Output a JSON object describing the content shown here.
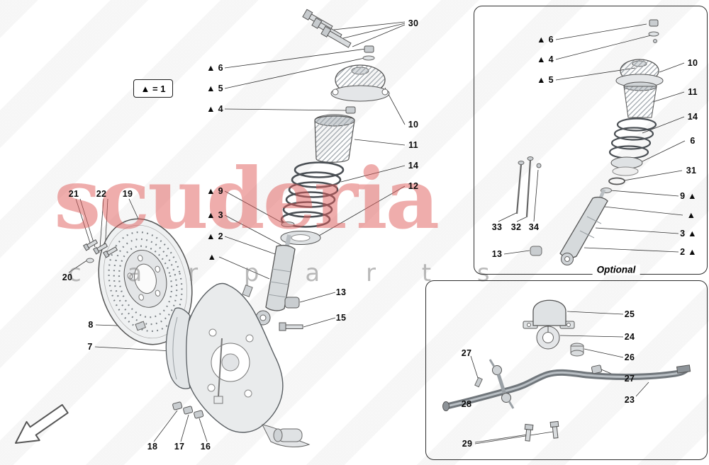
{
  "watermark": {
    "title": "scuderia",
    "subtitle": "c a r   p a r t s"
  },
  "legend": {
    "label": "▲ = 1"
  },
  "main_diagram": {
    "labels": [
      {
        "ref": "30",
        "text": "30"
      },
      {
        "ref": "6",
        "text": "▲ 6"
      },
      {
        "ref": "5",
        "text": "▲ 5"
      },
      {
        "ref": "4",
        "text": "▲ 4"
      },
      {
        "ref": "10",
        "text": "10"
      },
      {
        "ref": "11",
        "text": "11"
      },
      {
        "ref": "14",
        "text": "14"
      },
      {
        "ref": "12",
        "text": "12"
      },
      {
        "ref": "9",
        "text": "▲ 9"
      },
      {
        "ref": "3",
        "text": "▲ 3"
      },
      {
        "ref": "2",
        "text": "▲ 2"
      },
      {
        "ref": "triangle",
        "text": "▲"
      },
      {
        "ref": "21",
        "text": "21"
      },
      {
        "ref": "22",
        "text": "22"
      },
      {
        "ref": "19",
        "text": "19"
      },
      {
        "ref": "20",
        "text": "20"
      },
      {
        "ref": "8",
        "text": "8"
      },
      {
        "ref": "7",
        "text": "7"
      },
      {
        "ref": "13",
        "text": "13"
      },
      {
        "ref": "15",
        "text": "15"
      },
      {
        "ref": "18",
        "text": "18"
      },
      {
        "ref": "17",
        "text": "17"
      },
      {
        "ref": "16",
        "text": "16"
      }
    ]
  },
  "optional_box": {
    "caption": "Optional",
    "labels": [
      {
        "ref": "6",
        "text": "▲ 6"
      },
      {
        "ref": "4",
        "text": "▲ 4"
      },
      {
        "ref": "5",
        "text": "▲ 5"
      },
      {
        "ref": "10",
        "text": "10"
      },
      {
        "ref": "11",
        "text": "11"
      },
      {
        "ref": "14",
        "text": "14"
      },
      {
        "ref": "6b",
        "text": "6"
      },
      {
        "ref": "31",
        "text": "31"
      },
      {
        "ref": "9",
        "text": "9 ▲"
      },
      {
        "ref": "triangle",
        "text": "▲"
      },
      {
        "ref": "3",
        "text": "3 ▲"
      },
      {
        "ref": "2",
        "text": "2 ▲"
      },
      {
        "ref": "33",
        "text": "33"
      },
      {
        "ref": "32",
        "text": "32"
      },
      {
        "ref": "34",
        "text": "34"
      },
      {
        "ref": "13",
        "text": "13"
      }
    ]
  },
  "stabilizer_box": {
    "labels": [
      {
        "ref": "25",
        "text": "25"
      },
      {
        "ref": "24",
        "text": "24"
      },
      {
        "ref": "26",
        "text": "26"
      },
      {
        "ref": "27a",
        "text": "27"
      },
      {
        "ref": "27b",
        "text": "27"
      },
      {
        "ref": "28",
        "text": "28"
      },
      {
        "ref": "23",
        "text": "23"
      },
      {
        "ref": "29",
        "text": "29"
      }
    ]
  }
}
